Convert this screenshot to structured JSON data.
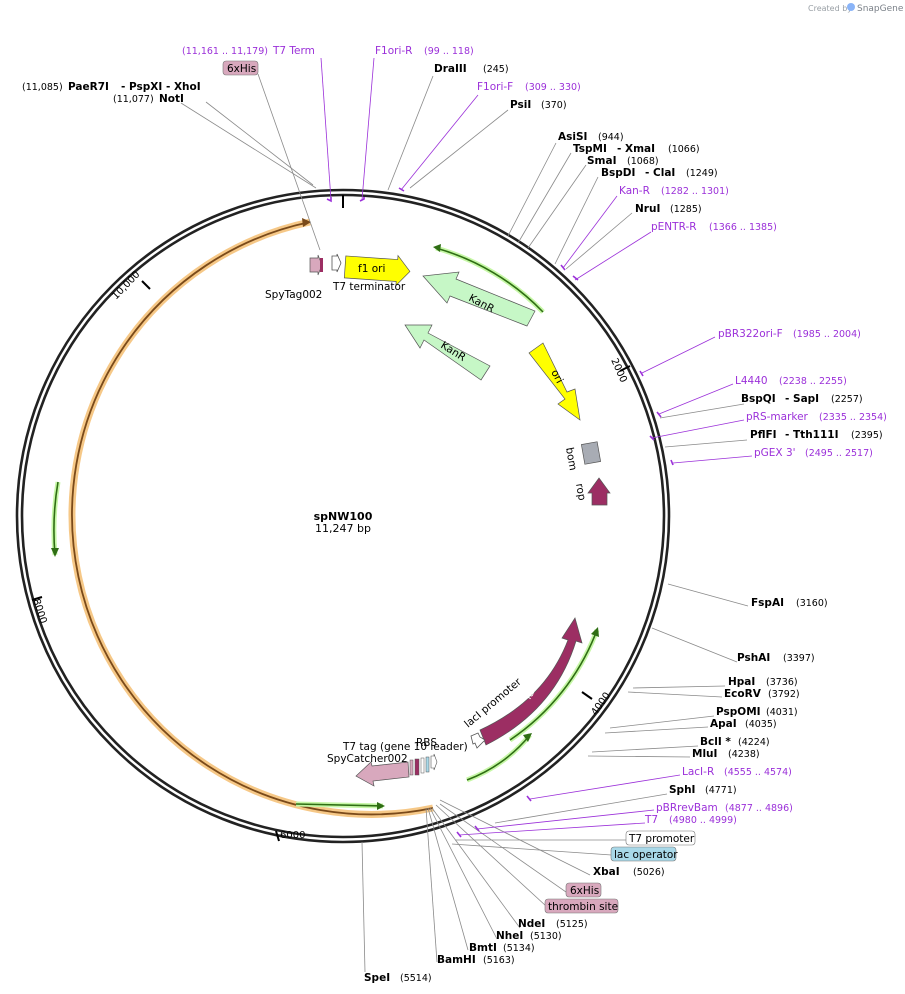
{
  "credit": {
    "created_by": "Created by",
    "brand": "SnapGene"
  },
  "plasmid": {
    "name": "spNW100",
    "length": "11,247 bp"
  },
  "colors": {
    "backbone": "#222222",
    "primer": "#9b30d9",
    "f1_ori": "#ffff00",
    "kanr": "#c6f7c6",
    "ori": "#ffff00",
    "laci": "#9c2e63",
    "orf_outline": "#f5c27a",
    "orf_arrow": "#3a8f1e",
    "tag": "#d8a8bd",
    "lac_operator": "#a8d8e8"
  },
  "ticks": [
    {
      "label": "2000"
    },
    {
      "label": "4000"
    },
    {
      "label": "6000"
    },
    {
      "label": "8000"
    },
    {
      "label": "10,000"
    }
  ],
  "features": {
    "f1_ori": "f1 ori",
    "t7_terminator": "T7 terminator",
    "spytag": "SpyTag002",
    "kanr_1": "KanR",
    "kanr_2": "KanR",
    "ori": "ori",
    "bom": "bom",
    "rop": "rop",
    "laci": "lacI",
    "laci_promoter": "lacI promoter",
    "t7_tag": "T7 tag (gene 10 leader)",
    "rbs": "RBS",
    "spycatcher": "SpyCatcher002"
  },
  "sites": [
    {
      "name": "PaeR7I",
      "pos": "(11,085)",
      "extra": "- PspXI   - XhoI"
    },
    {
      "name": "NotI",
      "pos": "(11,077)"
    },
    {
      "name": "DraIII",
      "pos": "(245)"
    },
    {
      "name": "PsiI",
      "pos": "(370)"
    },
    {
      "name": "AsiSI",
      "pos": "(944)"
    },
    {
      "name": "TspMI",
      "pos": "(1066)",
      "extra": "- XmaI"
    },
    {
      "name": "SmaI",
      "pos": "(1068)"
    },
    {
      "name": "BspDI",
      "pos": "(1249)",
      "extra": "- ClaI"
    },
    {
      "name": "NruI",
      "pos": "(1285)"
    },
    {
      "name": "BspQI",
      "pos": "(2257)",
      "extra": "- SapI"
    },
    {
      "name": "PflFI",
      "pos": "(2395)",
      "extra": "- Tth111I"
    },
    {
      "name": "FspAI",
      "pos": "(3160)"
    },
    {
      "name": "PshAI",
      "pos": "(3397)"
    },
    {
      "name": "HpaI",
      "pos": "(3736)"
    },
    {
      "name": "EcoRV",
      "pos": "(3792)"
    },
    {
      "name": "PspOMI",
      "pos": "(4031)"
    },
    {
      "name": "ApaI",
      "pos": "(4035)"
    },
    {
      "name": "BclI *",
      "pos": "(4224)"
    },
    {
      "name": "MluI",
      "pos": "(4238)"
    },
    {
      "name": "SphI",
      "pos": "(4771)"
    },
    {
      "name": "XbaI",
      "pos": "(5026)"
    },
    {
      "name": "NdeI",
      "pos": "(5125)"
    },
    {
      "name": "NheI",
      "pos": "(5130)"
    },
    {
      "name": "BmtI",
      "pos": "(5134)"
    },
    {
      "name": "BamHI",
      "pos": "(5163)"
    },
    {
      "name": "SpeI",
      "pos": "(5514)"
    }
  ],
  "primers": [
    {
      "name": "T7 Term",
      "pos": "(11,161 .. 11,179)"
    },
    {
      "name": "F1ori-R",
      "pos": "(99 .. 118)"
    },
    {
      "name": "F1ori-F",
      "pos": "(309 .. 330)"
    },
    {
      "name": "Kan-R",
      "pos": "(1282 .. 1301)"
    },
    {
      "name": "pENTR-R",
      "pos": "(1366 .. 1385)"
    },
    {
      "name": "pBR322ori-F",
      "pos": "(1985 .. 2004)"
    },
    {
      "name": "L4440",
      "pos": "(2238 .. 2255)"
    },
    {
      "name": "pRS-marker",
      "pos": "(2335 .. 2354)"
    },
    {
      "name": "pGEX 3'",
      "pos": "(2495 .. 2517)"
    },
    {
      "name": "LacI-R",
      "pos": "(4555 .. 4574)"
    },
    {
      "name": "pBRrevBam",
      "pos": "(4877 .. 4896)"
    },
    {
      "name": "T7",
      "pos": "(4980 .. 4999)"
    }
  ],
  "boxed": {
    "his_top": "6xHis",
    "t7_promoter": "T7 promoter",
    "lac_operator": "lac operator",
    "his_bottom": "6xHis",
    "thrombin": "thrombin site"
  }
}
